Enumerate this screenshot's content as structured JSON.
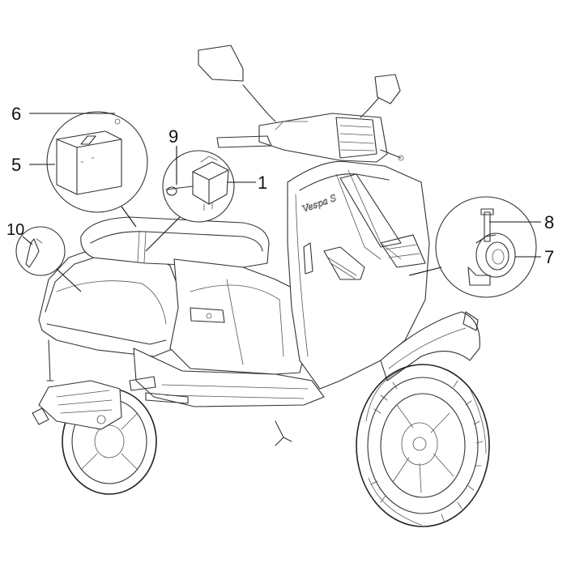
{
  "brand_text": "Vespa S",
  "callouts": [
    {
      "id": "6",
      "label": "6"
    },
    {
      "id": "5",
      "label": "5"
    },
    {
      "id": "9",
      "label": "9"
    },
    {
      "id": "1",
      "label": "1"
    },
    {
      "id": "10",
      "label": "10"
    },
    {
      "id": "8",
      "label": "8"
    },
    {
      "id": "7",
      "label": "7"
    }
  ]
}
